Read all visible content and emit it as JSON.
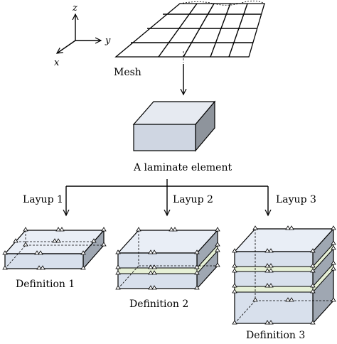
{
  "axes": {
    "z": "z",
    "y": "y",
    "x": "x"
  },
  "mesh_label": "Mesh",
  "element_label": "A laminate element",
  "layups": [
    "Layup 1",
    "Layup 2",
    "Layup 3"
  ],
  "definitions": [
    "Definition 1",
    "Definition 2",
    "Definition 3"
  ],
  "colors": {
    "block_front": "#d8e0ec",
    "block_top": "#e9eef6",
    "block_side": "#9fa7b2",
    "element_front": "#cfd6e2",
    "element_top": "#e6eaf1",
    "element_side": "#8e949c",
    "interlayer": "#e6f0d6"
  }
}
